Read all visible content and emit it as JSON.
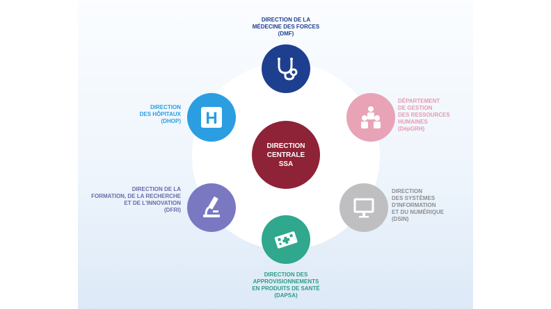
{
  "center": {
    "lines": [
      "DIRECTION",
      "CENTRALE",
      "SSA"
    ]
  },
  "nodes": {
    "dmf": {
      "lines": [
        "DIRECTION DE LA",
        "MÉDECINE DES FORCES",
        "(DMF)"
      ],
      "color": "#1e3f8f",
      "icon": "stethoscope-icon"
    },
    "dhop": {
      "lines": [
        "DIRECTION",
        "DES HÔPITAUX",
        "(DHOP)"
      ],
      "color": "#2a9ee0",
      "icon": "hospital-icon",
      "icon_letter": "H"
    },
    "grh": {
      "lines": [
        "DÉPARTEMENT",
        "DE GESTION",
        "DES RESSOURCES",
        "HUMAINES",
        "(DépGRH)"
      ],
      "color": "#e8a3b6",
      "icon": "people-icon"
    },
    "dfri": {
      "lines": [
        "DIRECTION DE LA",
        "FORMATION, DE LA RECHERCHE",
        "ET DE L'INNOVATION",
        "(DFRI)"
      ],
      "color": "#7b78c2",
      "icon": "microscope-icon"
    },
    "dsin": {
      "lines": [
        "DIRECTION",
        "DES SYSTÈMES",
        "D'INFORMATION",
        "ET DU NUMÉRIQUE",
        "(DSIN)"
      ],
      "color": "#bfbfc1",
      "icon": "monitor-icon"
    },
    "dapsa": {
      "lines": [
        "DIRECTION DES",
        "APPROVISIONNEMENTS",
        "EN PRODUITS DE SANTÉ",
        "(DAPSA)"
      ],
      "color": "#2fa88d",
      "icon": "medical-kit-icon"
    }
  },
  "center_color": "#8e2236"
}
